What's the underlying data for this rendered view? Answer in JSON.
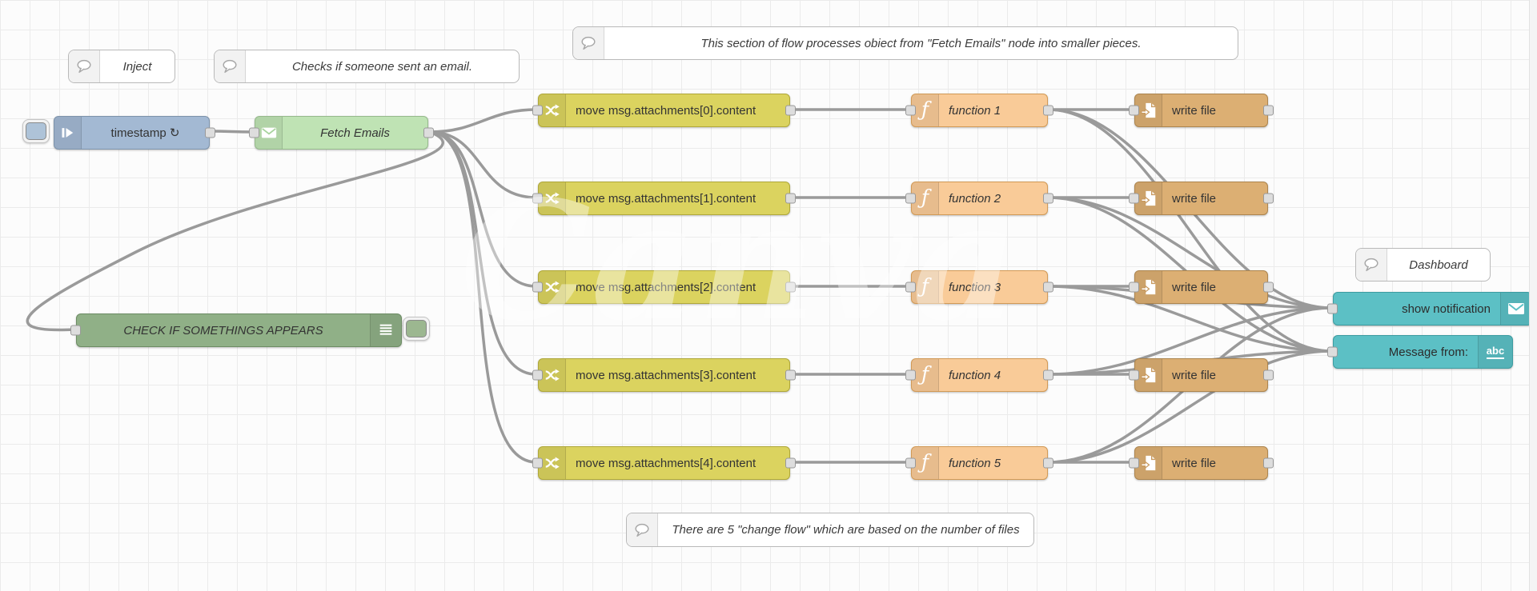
{
  "app": {
    "name": "Node-RED flow editor workspace"
  },
  "comments": [
    {
      "label": "Inject"
    },
    {
      "label": "Checks if someone sent an email."
    },
    {
      "label": "This section of flow processes obiect from \"Fetch Emails\" node into smaller pieces."
    },
    {
      "label": "Dashboard"
    },
    {
      "label": "There are 5 \"change flow\" which are based on the number of files"
    }
  ],
  "nodes": {
    "inject": {
      "label": "timestamp ↻"
    },
    "fetch": {
      "label": "Fetch Emails"
    },
    "check": {
      "label": "CHECK IF SOMETHINGS APPEARS"
    },
    "change": [
      {
        "label": "move msg.attachments[0].content"
      },
      {
        "label": "move msg.attachments[1].content"
      },
      {
        "label": "move msg.attachments[2].content"
      },
      {
        "label": "move msg.attachments[3].content"
      },
      {
        "label": "move msg.attachments[4].content"
      }
    ],
    "functions": [
      {
        "label": "function 1"
      },
      {
        "label": "function 2"
      },
      {
        "label": "function 3"
      },
      {
        "label": "function 4"
      },
      {
        "label": "function 5"
      }
    ],
    "write": [
      {
        "label": "write file"
      },
      {
        "label": "write file"
      },
      {
        "label": "write file"
      },
      {
        "label": "write file"
      },
      {
        "label": "write file"
      }
    ],
    "notification": {
      "label": "show notification"
    },
    "message": {
      "label": "Message from:"
    }
  },
  "icons": {
    "comment": "speech-bubble",
    "inject": "arrow-right-bar",
    "email": "envelope",
    "change": "shuffle-arrows",
    "function_glyph": "ƒ",
    "file": "document-with-arrow",
    "check": "horizontal-lines",
    "abc_text": "abc"
  },
  "colors": {
    "inject": "#a3b9d3",
    "email_in": "#bfe3b4",
    "change": "#dbd35f",
    "function": "#f9cb98",
    "file": "#dcaf73",
    "dashboard": "#5cc0c5",
    "check_green": "#90b087",
    "wire": "#9a9a9a",
    "grid": "#ebebeb"
  },
  "watermark": "Canva"
}
